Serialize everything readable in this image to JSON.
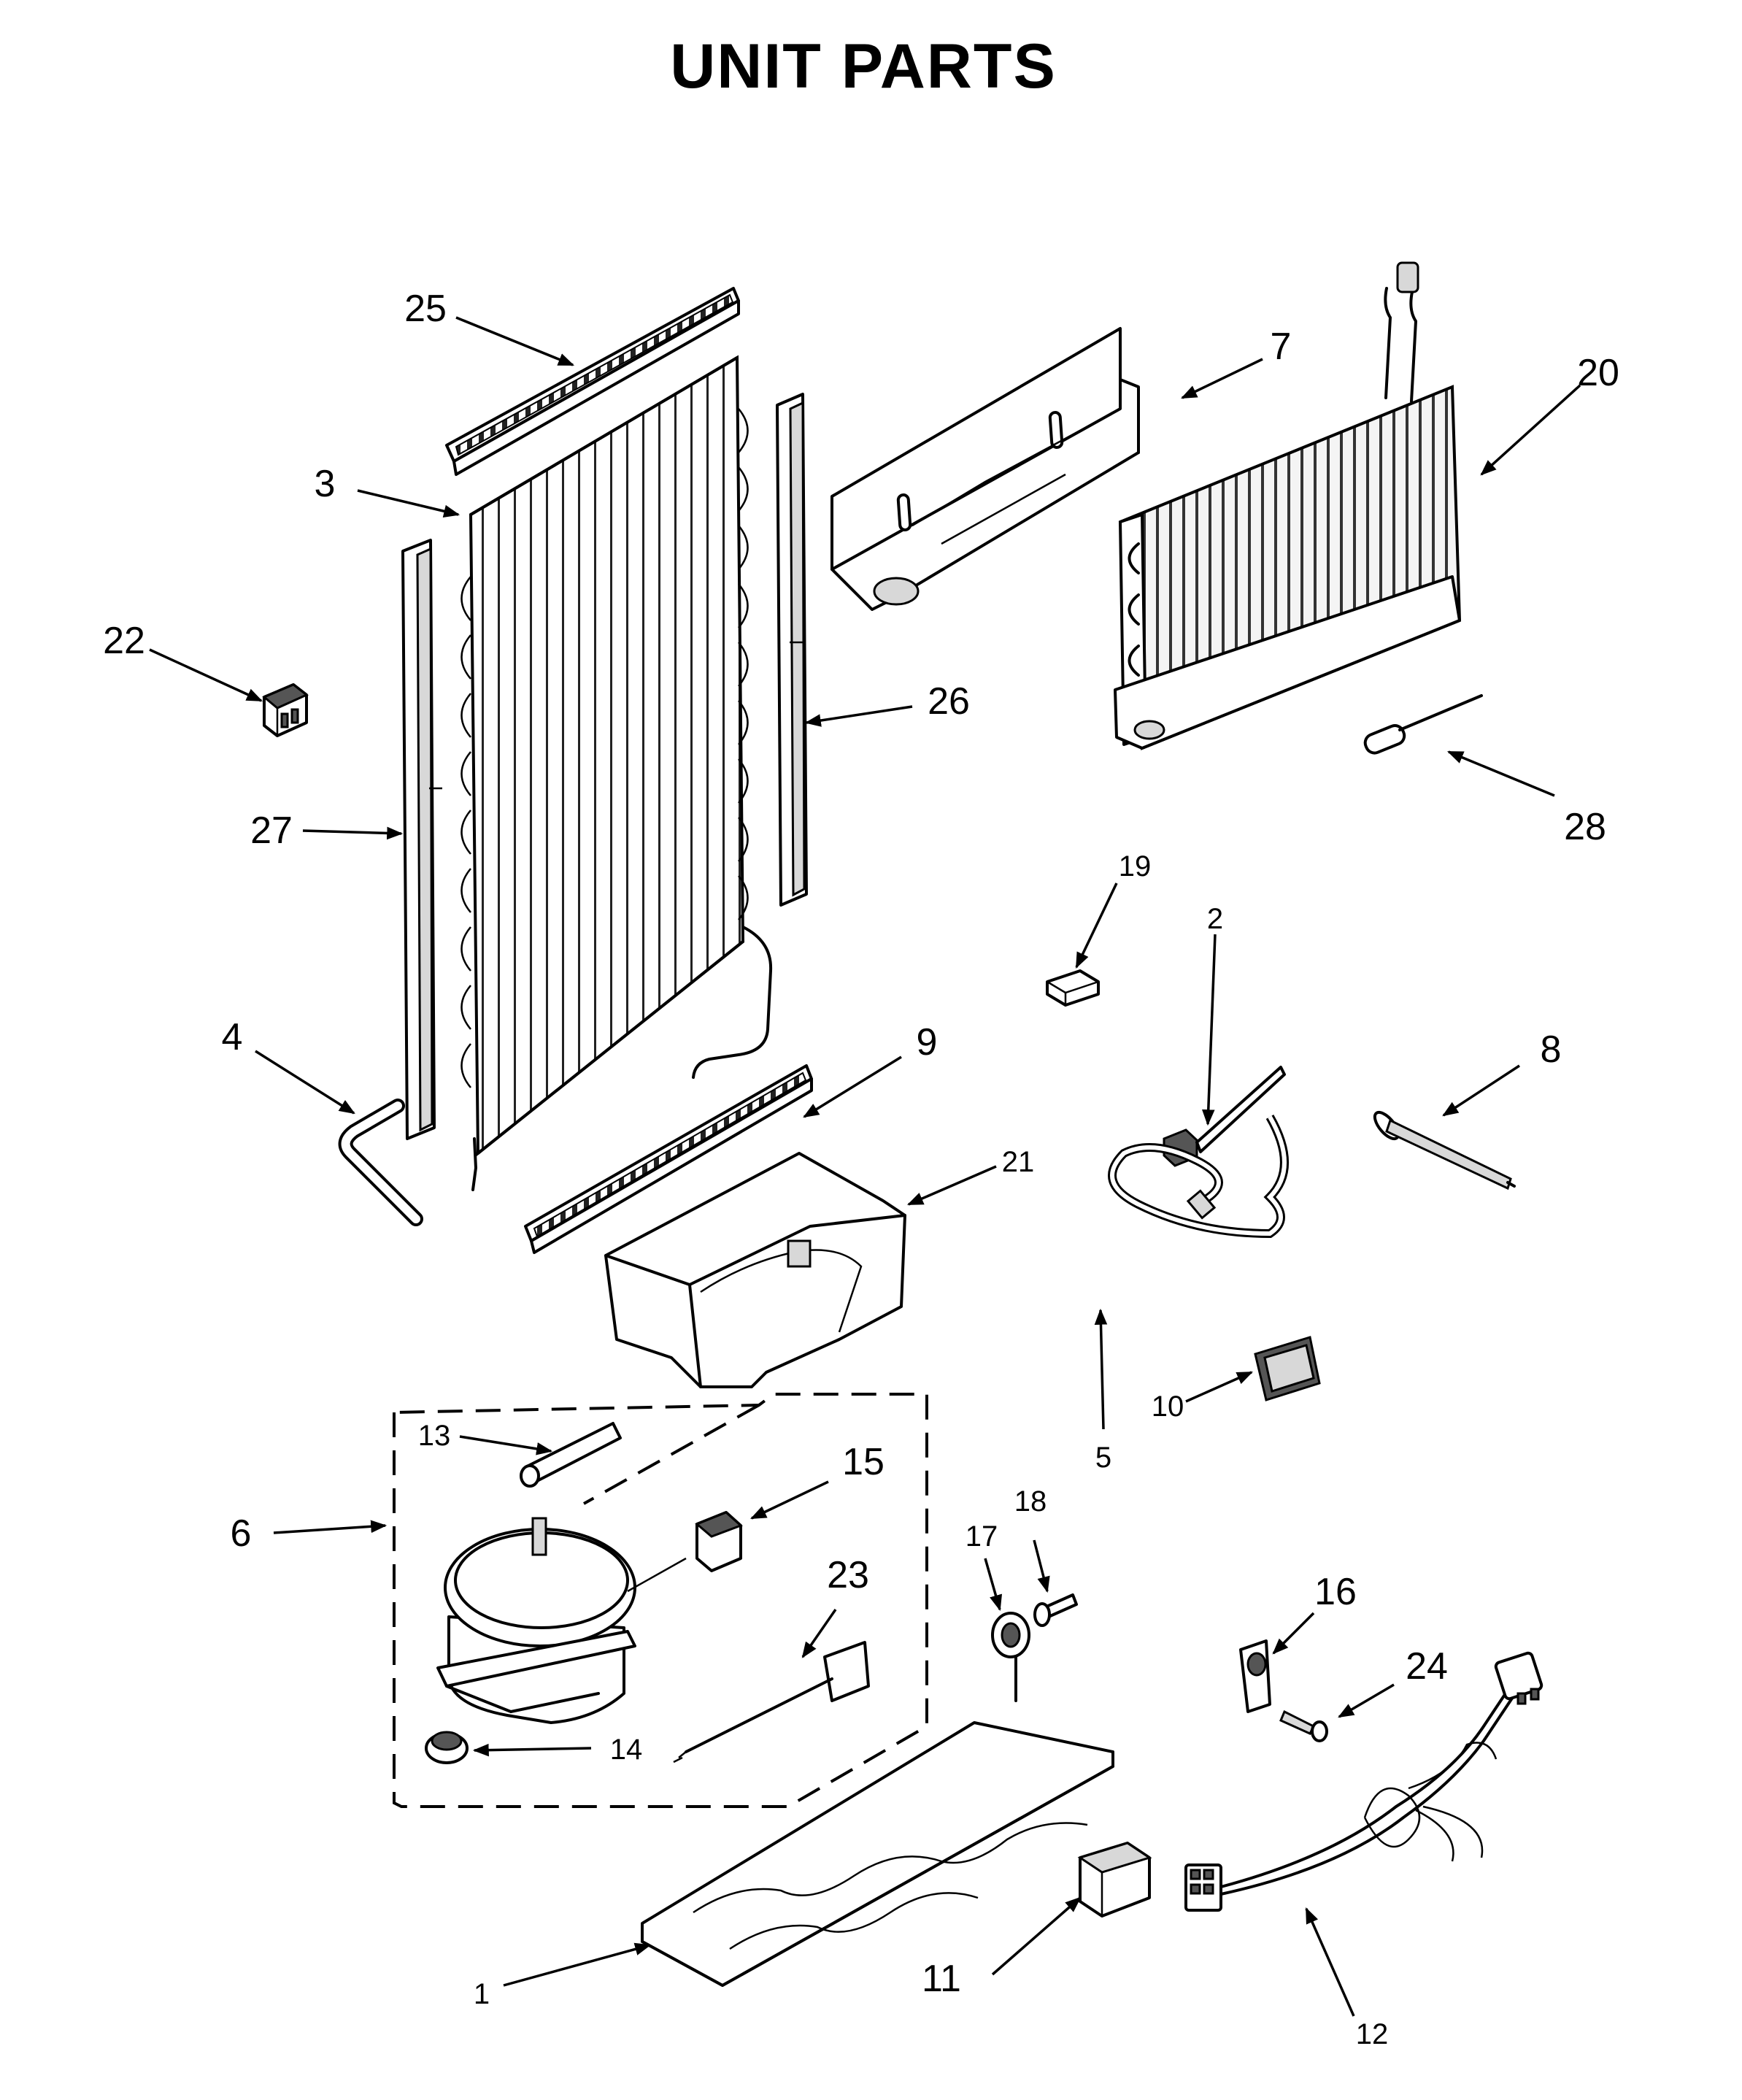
{
  "title": "UNIT PARTS",
  "callouts": [
    "1",
    "2",
    "3",
    "4",
    "5",
    "6",
    "7",
    "8",
    "9",
    "10",
    "11",
    "12",
    "13",
    "14",
    "15",
    "16",
    "17",
    "18",
    "19",
    "20",
    "21",
    "22",
    "23",
    "24",
    "25",
    "26",
    "27",
    "28"
  ]
}
